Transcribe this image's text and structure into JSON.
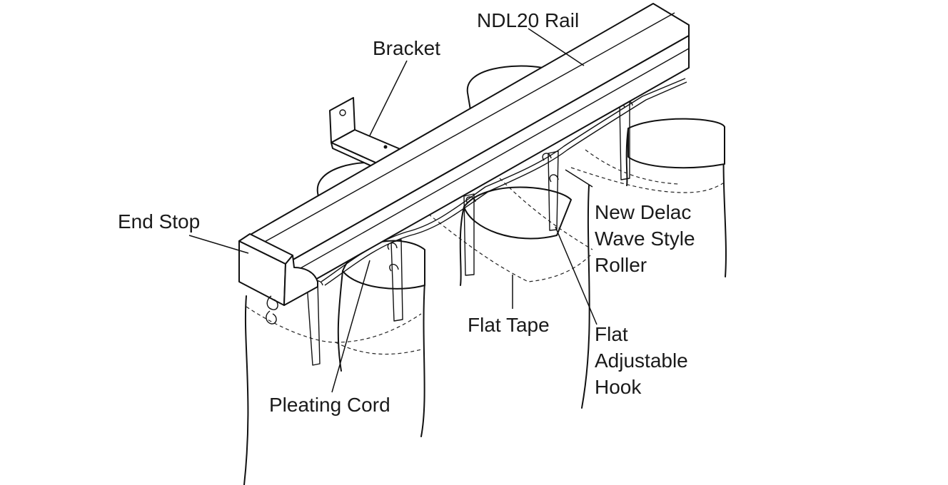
{
  "labels": {
    "rail": "NDL20 Rail",
    "bracket": "Bracket",
    "end_stop": "End Stop",
    "roller_1": "New Delac",
    "roller_2": "Wave Style",
    "roller_3": "Roller",
    "flat_tape": "Flat Tape",
    "hook_1": "Flat",
    "hook_2": "Adjustable",
    "hook_3": "Hook",
    "pleating_cord": "Pleating Cord"
  },
  "colors": {
    "line": "#111111",
    "background": "#ffffff"
  }
}
